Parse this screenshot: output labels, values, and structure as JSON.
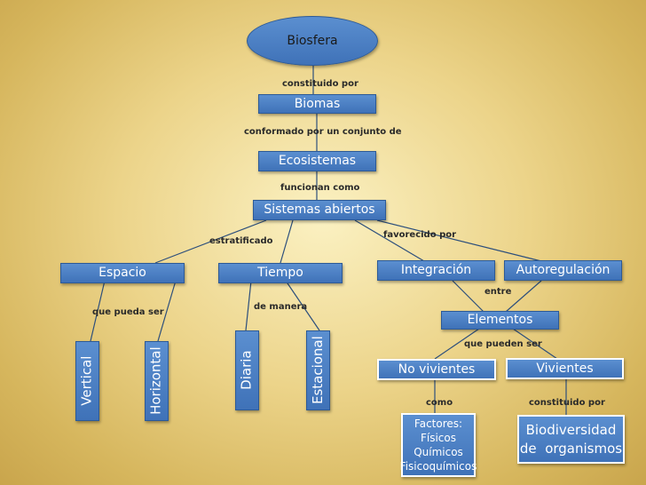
{
  "nodes": {
    "biosfera": "Biosfera",
    "biomas": "Biomas",
    "ecosistemas": "Ecosistemas",
    "sistemas_abiertos": "Sistemas abiertos",
    "espacio": "Espacio",
    "tiempo": "Tiempo",
    "integracion": "Integración",
    "autoregulacion": "Autoregulación",
    "elementos": "Elementos",
    "vertical": "Vertical",
    "horizontal": "Horizontal",
    "diaria": "Diaria",
    "estacional": "Estacional",
    "no_vivientes": "No vivientes",
    "vivientes": "Vivientes",
    "factores": [
      "Factores:",
      "Físicos",
      "Químicos",
      "Fisicoquímicos"
    ],
    "biodiversidad": [
      "Biodiversidad",
      "de  organismos"
    ]
  },
  "labels": {
    "constituido_por_1": "constituido por",
    "conformado": "conformado por un conjunto de",
    "funcionan_como": "funcionan como",
    "estratificado": "estratificado",
    "favorecido_por": "favorecido por",
    "que_pueda_ser": "que pueda ser",
    "de_manera": "de manera",
    "entre": "entre",
    "que_pueden_ser": "que pueden ser",
    "como": "como",
    "constituido_por_2": "constituido por"
  },
  "colors": {
    "node_fill": "#4f81bd",
    "line": "#2d4f7c"
  }
}
